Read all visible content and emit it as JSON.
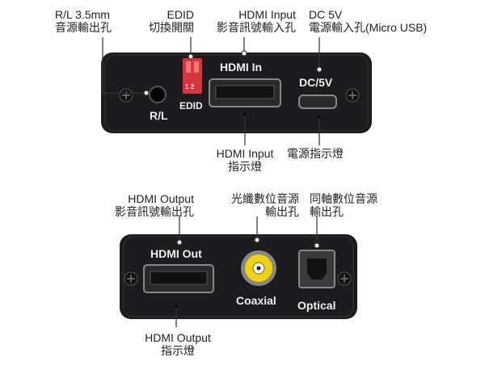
{
  "top_device": {
    "callouts": {
      "rl_audio": {
        "line1": "R/L 3.5mm",
        "line2": "音源輸出孔"
      },
      "edid": {
        "line1": "EDID",
        "line2": "切換開關"
      },
      "hdmi_input": {
        "line1": "HDMI Input",
        "line2": "影音訊號輸入孔"
      },
      "dc_power": {
        "line1": "DC 5V",
        "line2": "電源輸入孔(Micro USB)"
      },
      "hdmi_input_led": {
        "line1": "HDMI Input",
        "line2": "指示燈"
      },
      "power_led": {
        "line1": "電源指示燈"
      }
    },
    "panel_labels": {
      "rl": "R/L",
      "edid": "EDID",
      "hdmi_in": "HDMI In",
      "dc": "DC/5V",
      "switch_nums": "1 2"
    }
  },
  "bottom_device": {
    "callouts": {
      "hdmi_output": {
        "line1": "HDMI Output",
        "line2": "影音訊號輸出孔"
      },
      "optical": {
        "line1": "光纖數位音源",
        "line2": "輸出孔"
      },
      "coaxial": {
        "line1": "同軸數位音源",
        "line2": "輸出孔"
      },
      "hdmi_output_led": {
        "line1": "HDMI Output",
        "line2": "指示燈"
      }
    },
    "panel_labels": {
      "hdmi_out": "HDMI Out",
      "coaxial": "Coaxial",
      "optical": "Optical"
    }
  },
  "colors": {
    "device": "#1c1c1e",
    "switch": "#d8343c",
    "coax": "#f2d200"
  }
}
